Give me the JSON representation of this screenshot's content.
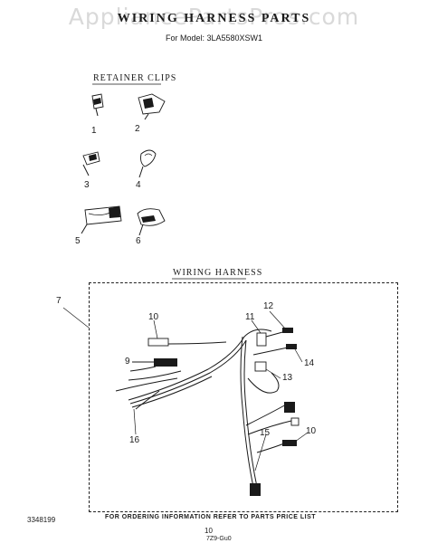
{
  "watermark": "AppliancePartsPros.com",
  "header": {
    "title": "WIRING HARNESS PARTS",
    "model_line": "For Model: 3LA5580XSW1"
  },
  "sections": {
    "retainer_clips": "RETAINER CLIPS",
    "wiring_harness": "WIRING HARNESS"
  },
  "callouts": {
    "c1": "1",
    "c2": "2",
    "c3": "3",
    "c4": "4",
    "c5": "5",
    "c6": "6",
    "c7": "7",
    "c9": "9",
    "c10a": "10",
    "c10b": "10",
    "c11": "11",
    "c12": "12",
    "c13": "13",
    "c14": "14",
    "c15": "15",
    "c16": "16"
  },
  "footer": {
    "ordering_note": "FOR ORDERING INFORMATION REFER TO PARTS PRICE LIST",
    "document_number": "3348199",
    "page_number": "10",
    "bottom_code": "7Z9-Gu0"
  }
}
